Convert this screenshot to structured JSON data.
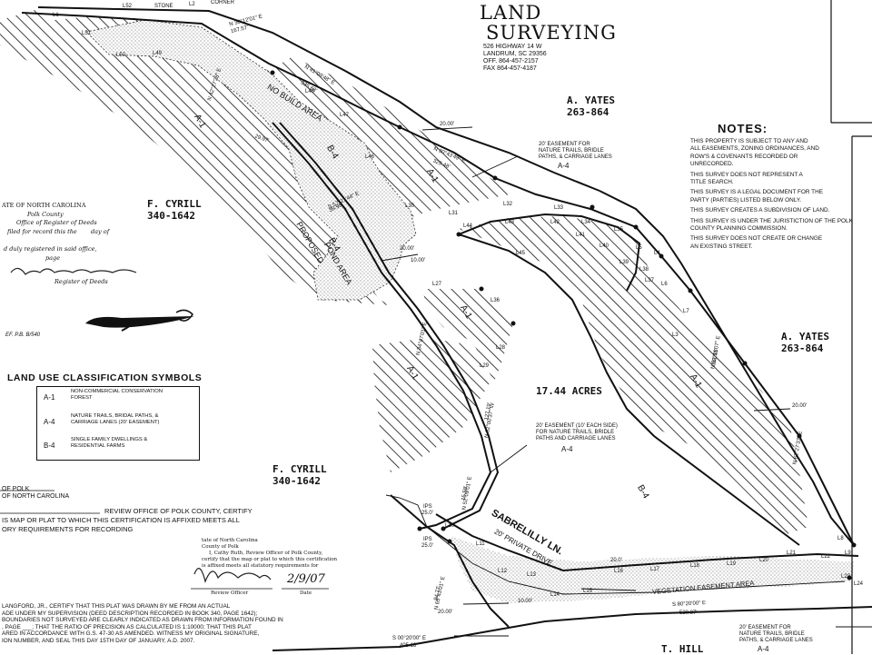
{
  "company": {
    "name_line1": "LAND",
    "name_line2": "SURVEYING",
    "address1": "526 HIGHWAY 14 W",
    "address2": "LANDRUM, SC 29356",
    "phone": "OFF. 864-457-2157",
    "fax": "FAX 864-457-4187"
  },
  "owners": {
    "yates_top": {
      "name": "A. YATES",
      "ref": "263-864"
    },
    "yates_right": {
      "name": "A. YATES",
      "ref": "263-864"
    },
    "cyrill_left": {
      "name": "F. CYRILL",
      "ref": "340-1642"
    },
    "cyrill_bottom": {
      "name": "F. CYRILL",
      "ref": "340-1642"
    },
    "hill_bottom": {
      "name": "T. HILL"
    }
  },
  "notes": {
    "title": "NOTES:",
    "lines": [
      "THIS PROPERTY IS SUBJECT TO ANY AND",
      "ALL EASEMENTS, ZONING ORDINANCES, AND",
      "ROW'S & COVENANTS RECORDED OR",
      "UNRECORDED.",
      "THIS SURVEY DOES NOT REPRESENT A",
      "TITLE SEARCH.",
      "THIS SURVEY IS A LEGAL DOCUMENT FOR THE",
      "PARTY (PARTIES) LISTED BELOW ONLY.",
      "THIS SURVEY CREATES A SUBDIVISION OF LAND.",
      "THIS SURVEY IS UNDER THE JURISTICTION OF THE POLK",
      "COUNTY PLANNING COMMISSION.",
      "THIS SURVEY DOES NOT CREATE OR CHANGE",
      "AN EXISTING STREET."
    ]
  },
  "legend": {
    "title": "LAND USE CLASSIFICATION SYMBOLS",
    "items": [
      {
        "code": "A-1",
        "text1": "NON-COMMERCIAL CONSERVATION",
        "text2": "FOREST",
        "text3": ""
      },
      {
        "code": "A-4",
        "text1": "NATURE TRAILS, BRIDAL PATHS, &",
        "text2": "CARRIAGE LANES (20' EASEMENT)",
        "text3": ""
      },
      {
        "code": "B-4",
        "text1": "SINGLE FAMILY DWELLINGS &",
        "text2": "RESIDENTIAL FARMS",
        "text3": ""
      }
    ]
  },
  "register": {
    "line1": "ATE OF NORTH CAROLINA",
    "line2": "Polk County",
    "line3": "Office of Register of Deeds",
    "line4": "filed for record this the",
    "line5": "day of",
    "line6": "d duly registered in said office,",
    "line7": "page",
    "line8": "Register of Deeds",
    "ref": "EF. P.B. B/540"
  },
  "review": {
    "line0a": "OF POLK",
    "line0b": "OF NORTH CAROLINA",
    "line1": "REVIEW OFFICE OF POLK COUNTY, CERTIFY",
    "line2": "IS MAP OR PLAT TO WHICH THIS CERTIFICATION IS AFFIXED MEETS ALL",
    "line3": "ORY REQUIREMENTS FOR RECORDING",
    "nc1": "tate of North Carolina",
    "nc2": "County of Polk",
    "cert1": "I, Cathy Ruth, Review Officer of Polk County,",
    "cert2": "certify that the map or plat to which this certification",
    "cert3": "is affixed meets all statutory requirements for",
    "sig_label": "Review Officer",
    "date_label": "Date",
    "date_value": "2/9/07"
  },
  "surveyor_cert": {
    "lines": [
      "LANGFORD, JR., CERTIFY THAT THIS PLAT WAS DRAWN BY ME FROM AN ACTUAL",
      "ADE UNDER MY SUPERVISION (DEED DESCRIPTION RECORDED IN BOOK 340, PAGE 1642);",
      "BOUNDARIES NOT SURVEYED ARE CLEARLY INDICATED AS DRAWN FROM INFORMATION FOUND IN",
      ", PAGE ___; THAT THE RATIO OF PRECISION AS CALCULATED IS 1:10000; THAT THIS PLAT",
      "ARED IN ACCORDANCE WITH G.S. 47-30 AS AMENDED.  WITNESS MY ORIGINAL SIGNATURE,",
      "ION NUMBER, AND SEAL THIS DAY 15TH DAY OF JANUARY, A.D. 2007."
    ]
  },
  "map": {
    "zones": {
      "a1_left": "A-1",
      "a1_mid": "A-1",
      "a1_center": "A-1",
      "a1_lower": "A-1",
      "a1_right": "A-1",
      "b4_top": "B-4",
      "b4_mid": "B-4",
      "b4_bottom": "B-4",
      "a4_top": "A-4",
      "a4_mid": "A-4",
      "a4_bottom": "A-4"
    },
    "areas": {
      "no_build": "NO BUILD AREA",
      "proposed_pond1": "PROPOSED",
      "proposed_pond2": "POND AREA",
      "acreage": "17.44 ACRES",
      "road": "SABRELILLY LN.",
      "road_sub": "20' PRIVATE DRIVE",
      "veg": "VEGETATION EASEMENT AREA"
    },
    "easement_labels": {
      "top1": "20' EASEMENT FOR",
      "top2": "NATURE TRAILS, BRIDLE",
      "top3": "PATHS, & CARRIAGE LANES",
      "mid1": "20' EASEMENT (10' EACH SIDE)",
      "mid2": "FOR NATURE TRAILS, BRIDLE",
      "mid3": "PATHS AND CARRIAGE LANES",
      "bot1": "20' EASEMENT FOR",
      "bot2": "NATURE TRAILS, BRIDLE",
      "bot3": "PATHS, & CARRIAGE LANES"
    },
    "bearings": {
      "b1": "N 30°12'01\" E",
      "b1d": "167.57'",
      "b2": "N 41°09'48\" E",
      "b2d": "335.68'",
      "b3": "N 30°43'49\" E",
      "b3d": "329.48'",
      "b4": "N 42°27'28\" E",
      "b4d": "29.97'",
      "b5": "S 57°21'44\" E",
      "b5d": "38.98'",
      "b6": "N 34°47'01\" E",
      "b6d": "",
      "b7": "N 62°00'37\" W",
      "b7d": "127.19'",
      "b8": "N 52°11'07\" E",
      "b8d": "181.05'",
      "b9": "N 62°27'37\" E",
      "b9d": "",
      "b10": "N 52°09'01\" E",
      "b10d": "15.58'",
      "b11": "S 80°20'00\" E",
      "b11d": "520.87'",
      "b12": "S 00°20'00\" E",
      "b12d": "405.18'",
      "b13": "N 65°43'01\" E",
      "b13d": "94.77'"
    },
    "dims": {
      "d1": "20.00'",
      "d2": "20.00'",
      "d3": "10.00'",
      "d4": "20.00'",
      "d5": "20.0'",
      "d6": "10.00'",
      "d7": "20.00'",
      "d8": "25.0'",
      "d9": "25.0'",
      "ips1": "IPS",
      "ips2": "IPS"
    },
    "line_labels": [
      "L52",
      "L2",
      "L1",
      "L51",
      "L50",
      "L49",
      "L48",
      "L47",
      "L46",
      "L30",
      "L31",
      "L32",
      "L33",
      "L34",
      "L35",
      "L44",
      "L43",
      "L42",
      "L41",
      "L40",
      "L39",
      "L38",
      "L37",
      "L36",
      "L27",
      "L28",
      "L29",
      "L5",
      "L6",
      "L7",
      "L45",
      "L10",
      "L11",
      "L12",
      "L13",
      "L14",
      "L15",
      "L16",
      "L17",
      "L18",
      "L19",
      "L20",
      "L21",
      "L22",
      "L23",
      "L24",
      "L8",
      "L9",
      "L4",
      "L3"
    ],
    "stone": "STONE",
    "corner": "CORNER"
  }
}
